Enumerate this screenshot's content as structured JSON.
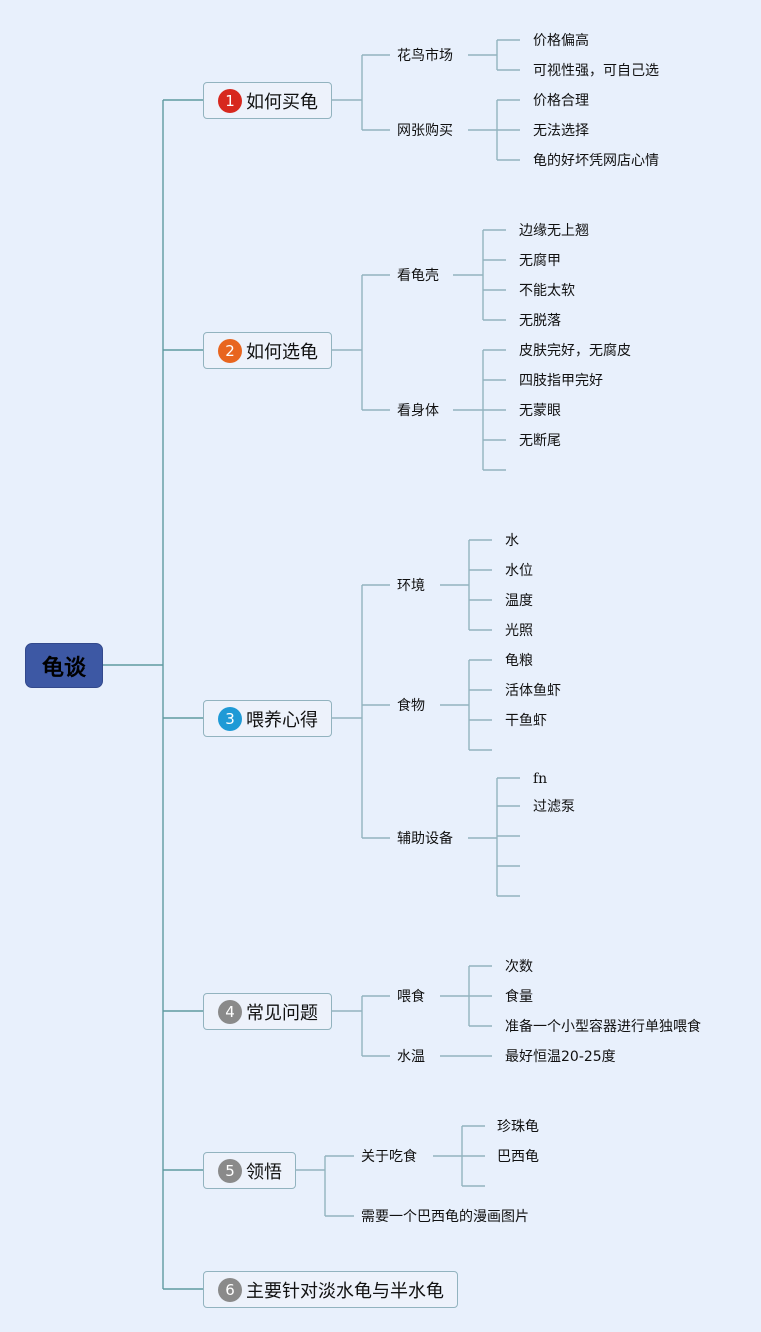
{
  "root": {
    "label": "龟谈"
  },
  "colors": {
    "background": "#e8f0fc",
    "root_fill": "#3d58a4",
    "line": "#92b3bf",
    "line_dark": "#5f9aa0",
    "badge_1": "#d7281e",
    "badge_2": "#e8651f",
    "badge_3": "#1f9ad6",
    "badge_gray": "#8a8a8a"
  },
  "topics": [
    {
      "num": "1",
      "label": "如何买龟",
      "children": [
        {
          "label": "花鸟市场",
          "leaves": [
            "价格偏高",
            "可视性强，可自己选"
          ]
        },
        {
          "label": "网张购买",
          "leaves": [
            "价格合理",
            "无法选择",
            "龟的好坏凭网店心情"
          ]
        }
      ]
    },
    {
      "num": "2",
      "label": "如何选龟",
      "children": [
        {
          "label": "看龟壳",
          "leaves": [
            "边缘无上翘",
            "无腐甲",
            "不能太软",
            "无脱落"
          ]
        },
        {
          "label": "看身体",
          "leaves": [
            "皮肤完好，无腐皮",
            "四肢指甲完好",
            "无蒙眼",
            "无断尾",
            ""
          ]
        }
      ]
    },
    {
      "num": "3",
      "label": "喂养心得",
      "children": [
        {
          "label": "环境",
          "leaves": [
            "水",
            "水位",
            "温度",
            "光照"
          ]
        },
        {
          "label": "食物",
          "leaves": [
            "龟粮",
            "活体鱼虾",
            "干鱼虾",
            ""
          ]
        },
        {
          "label": "辅助设备",
          "leaves": [
            "fn",
            "过滤泵",
            "",
            "",
            ""
          ]
        }
      ]
    },
    {
      "num": "4",
      "label": "常见问题",
      "children": [
        {
          "label": "喂食",
          "leaves": [
            "次数",
            "食量",
            "准备一个小型容器进行单独喂食"
          ]
        },
        {
          "label": "水温",
          "leaves": [
            "最好恒温20-25度"
          ]
        }
      ]
    },
    {
      "num": "5",
      "label": "领悟",
      "children": [
        {
          "label": "关于吃食",
          "leaves": [
            "珍珠龟",
            "巴西龟",
            ""
          ]
        },
        {
          "label": "需要一个巴西龟的漫画图片",
          "leaves": []
        }
      ]
    },
    {
      "num": "6",
      "label": "主要针对淡水龟与半水龟",
      "children": []
    }
  ]
}
